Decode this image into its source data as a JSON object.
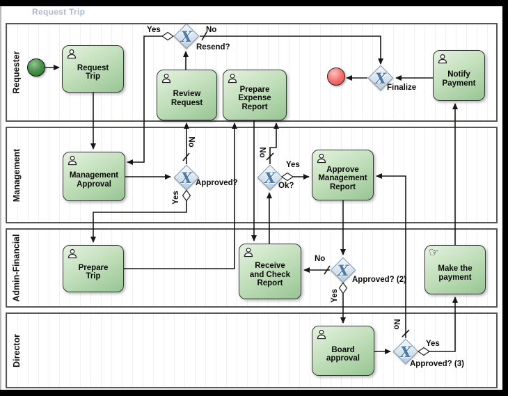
{
  "title": "Request Trip",
  "lanes": {
    "requester": "Requester",
    "management": "Management",
    "admin_financial": "Admin-Financial",
    "director": "Director"
  },
  "tasks": {
    "request_trip": "Request\nTrip",
    "review_request": "Review\nRequest",
    "prepare_expense_report": "Prepare\nExpense\nReport",
    "notify_payment": "Notify\nPayment",
    "management_approval": "Management\nApproval",
    "approve_management_report": "Approve\nManagement\nReport",
    "prepare_trip": "Prepare\nTrip",
    "receive_and_check_report": "Receive\nand Check\nReport",
    "make_the_payment": "Make the\npayment",
    "board_approval": "Board\napproval"
  },
  "gateways": {
    "resend": "Resend?",
    "approved": "Approved?",
    "ok": "Ok?",
    "approved2": "Approved? (2)",
    "approved3": "Approved? (3)",
    "finalize": "Finalize"
  },
  "edge_labels": {
    "resend_yes": "Yes",
    "resend_no": "No",
    "approved_no": "No",
    "approved_yes": "Yes",
    "ok_yes": "Yes",
    "ok_no": "No",
    "approved2_no": "No",
    "approved2_yes": "Yes",
    "approved3_yes": "Yes",
    "approved3_no": "No"
  },
  "flows": [
    {
      "from": "start",
      "to": "Request Trip",
      "label": ""
    },
    {
      "from": "Request Trip",
      "to": "Management Approval",
      "label": ""
    },
    {
      "from": "Management Approval",
      "to": "Approved?",
      "label": ""
    },
    {
      "from": "Approved?",
      "to": "Review Request",
      "label": "No"
    },
    {
      "from": "Approved?",
      "to": "Prepare Trip",
      "label": "Yes"
    },
    {
      "from": "Review Request",
      "to": "Resend?",
      "label": ""
    },
    {
      "from": "Resend?",
      "to": "Management Approval",
      "label": "Yes"
    },
    {
      "from": "Resend?",
      "to": "Finalize",
      "label": "No"
    },
    {
      "from": "Prepare Trip",
      "to": "Prepare Expense Report",
      "label": ""
    },
    {
      "from": "Prepare Expense Report",
      "to": "Receive and Check Report",
      "label": ""
    },
    {
      "from": "Receive and Check Report",
      "to": "Ok?",
      "label": ""
    },
    {
      "from": "Ok?",
      "to": "Prepare Expense Report",
      "label": "No"
    },
    {
      "from": "Ok?",
      "to": "Approve Management Report",
      "label": "Yes"
    },
    {
      "from": "Approve Management Report",
      "to": "Approved? (2)",
      "label": ""
    },
    {
      "from": "Approved? (2)",
      "to": "Receive and Check Report",
      "label": "No"
    },
    {
      "from": "Approved? (2)",
      "to": "Board approval",
      "label": "Yes"
    },
    {
      "from": "Board approval",
      "to": "Approved? (3)",
      "label": ""
    },
    {
      "from": "Approved? (3)",
      "to": "Make the payment",
      "label": "Yes"
    },
    {
      "from": "Approved? (3)",
      "to": "Approve Management Report",
      "label": "No"
    },
    {
      "from": "Make the payment",
      "to": "Notify Payment",
      "label": ""
    },
    {
      "from": "Notify Payment",
      "to": "Finalize",
      "label": ""
    },
    {
      "from": "Finalize",
      "to": "end",
      "label": ""
    }
  ],
  "icons": {
    "task_user": "user-icon",
    "task_manual": "☞",
    "gateway_exclusive": "X"
  },
  "colors": {
    "title": "#a9b9cf",
    "task_fill_light": "#e4f2df",
    "task_fill_dark": "#98c594",
    "gateway_fill_dark": "#b5cbde",
    "gateway_border": "#7e93a8",
    "gateway_x": "#4d7ba6",
    "start_event": "#1f6b1f",
    "end_event": "#e13c3c",
    "lane_border": "#565656",
    "connector": "#161616"
  }
}
